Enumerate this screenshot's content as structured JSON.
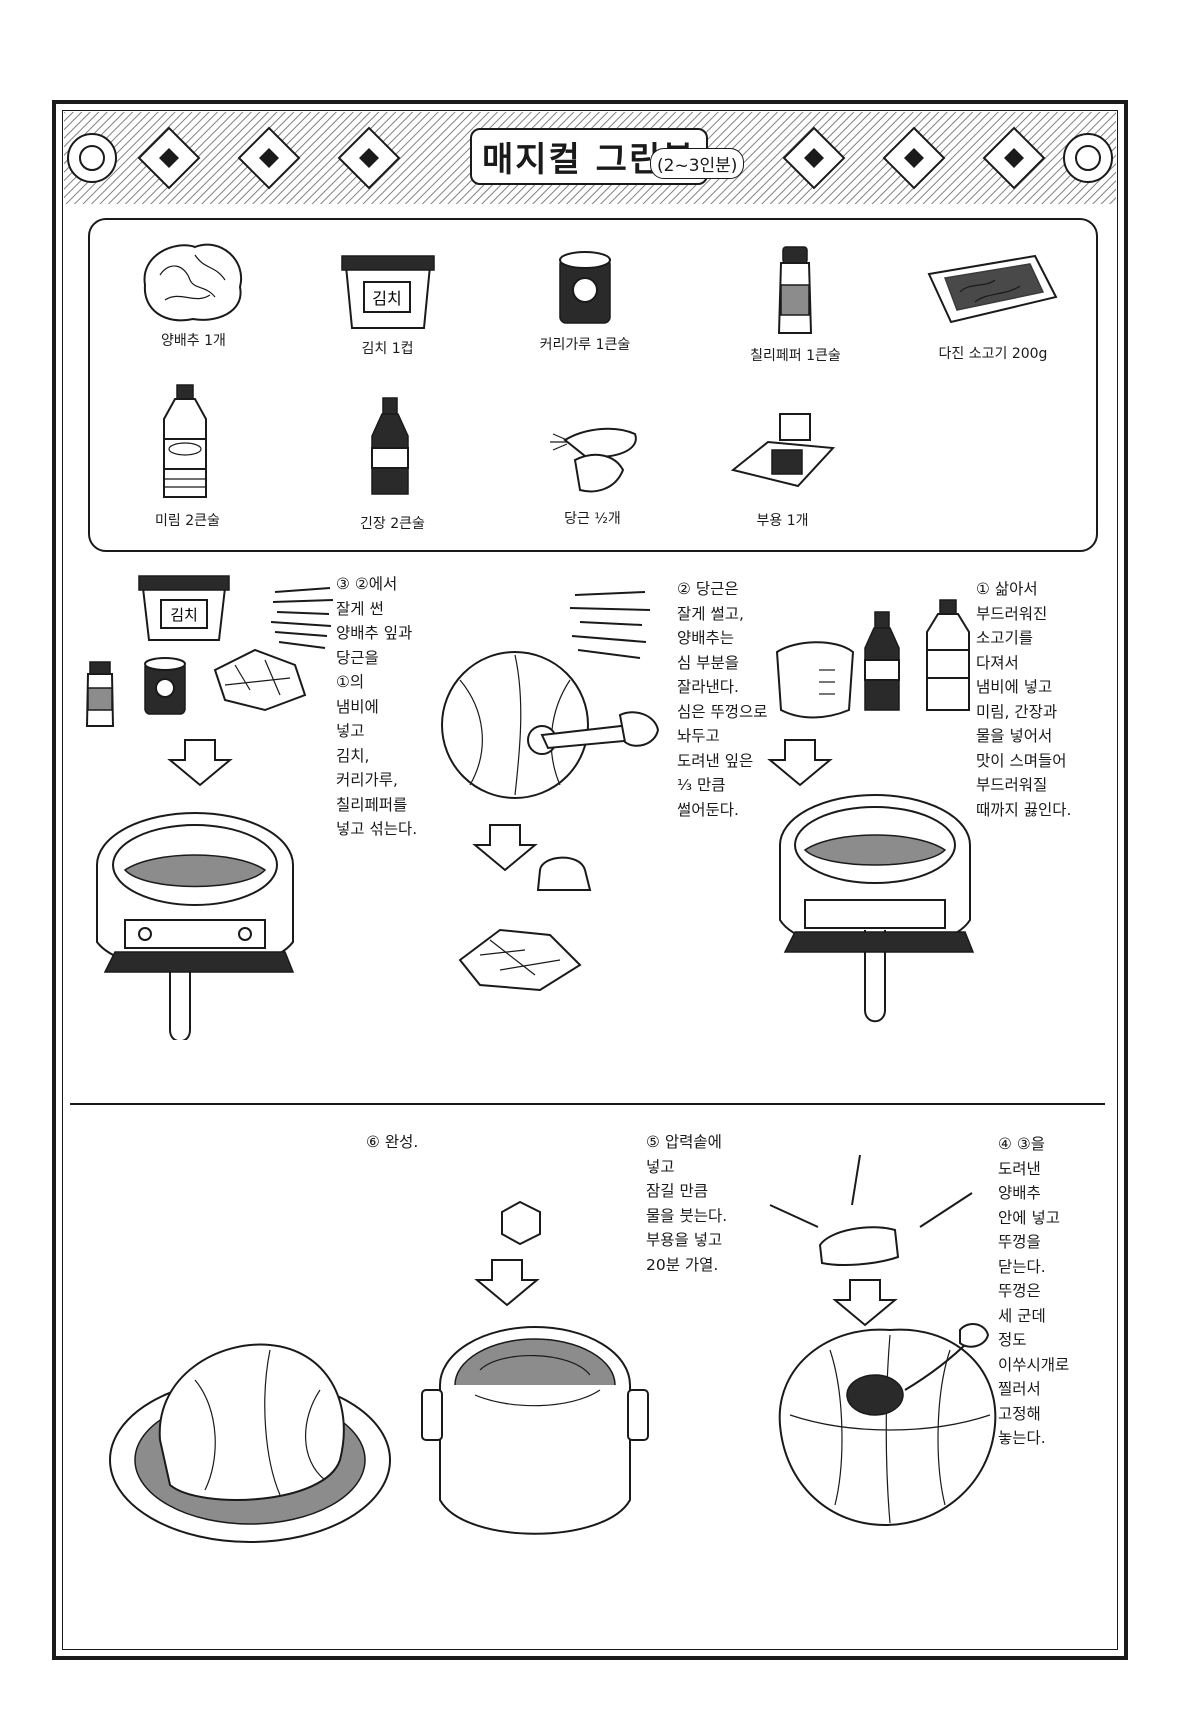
{
  "title": {
    "main": "매지컬 그린볼",
    "serving": "(2~3인분)"
  },
  "ingredients": [
    {
      "label": "양배추 1개",
      "icon": "cabbage-icon"
    },
    {
      "label": "김치 1컵",
      "icon": "kimchi-container-icon"
    },
    {
      "label": "커리가루 1큰술",
      "icon": "curry-powder-can-icon"
    },
    {
      "label": "칠리페퍼 1큰술",
      "icon": "chili-pepper-bottle-icon"
    },
    {
      "label": "다진 소고기 200g",
      "icon": "ground-beef-tray-icon"
    },
    {
      "label": "미림 2큰술",
      "icon": "mirin-bottle-icon"
    },
    {
      "label": "긴장 2큰술",
      "icon": "soy-sauce-bottle-icon"
    },
    {
      "label": "당근 ½개",
      "icon": "carrot-icon"
    },
    {
      "label": "부용 1개",
      "icon": "bouillon-cube-icon"
    }
  ],
  "steps": {
    "step1": "① 삶아서\n부드러워진\n소고기를\n다져서\n냄비에 넣고\n미림, 간장과\n물을 넣어서\n맛이 스며들어\n부드러워질\n때까지 끓인다.",
    "step2": "② 당근은\n잘게 썰고,\n양배추는\n심 부분을\n잘라낸다.\n심은 뚜껑으로\n놔두고\n도려낸 잎은\n⅓ 만큼\n썰어둔다.",
    "step3": "③ ②에서\n잘게 썬\n양배추 잎과\n당근을\n①의\n냄비에\n넣고\n김치,\n커리가루,\n칠리페퍼를\n넣고 섞는다.",
    "step4": "④ ③을\n도려낸\n양배추\n안에 넣고\n뚜껑을\n닫는다.\n뚜껑은\n세 군데\n정도\n이쑤시개로\n찔러서\n고정해\n놓는다.",
    "step5": "⑤ 압력솥에\n넣고\n잠길 만큼\n물을 붓는다.\n부용을 넣고\n20분 가열.",
    "step6": "⑥ 완성."
  }
}
